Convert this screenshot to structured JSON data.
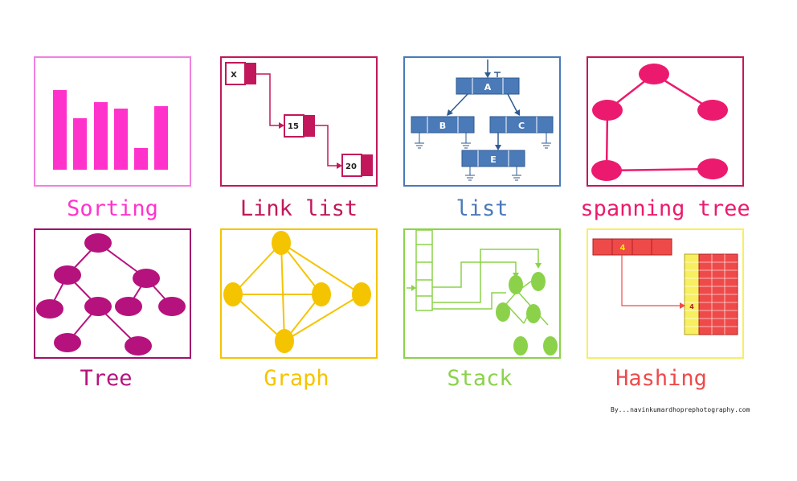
{
  "panels": {
    "sorting": {
      "caption": "Sorting",
      "color": "#ff33cc"
    },
    "link_list": {
      "caption": "Link list",
      "color": "#c2185b",
      "nodes": [
        "X",
        "15",
        "20"
      ]
    },
    "list": {
      "caption": "list",
      "color": "#4a7ab8",
      "nodes": [
        "A",
        "B",
        "C",
        "E"
      ]
    },
    "spanning_tree": {
      "caption": "spanning tree",
      "color": "#ec1a6e"
    },
    "tree": {
      "caption": "Tree",
      "color": "#b5127e"
    },
    "graph": {
      "caption": "Graph",
      "color": "#f5c400"
    },
    "stack": {
      "caption": "Stack",
      "color": "#8bd24a"
    },
    "hashing": {
      "caption": "Hashing",
      "color": "#ef4a4a",
      "keys": [
        "4",
        "4"
      ]
    }
  },
  "credit": "By...navinkumardhoprephotography.com"
}
